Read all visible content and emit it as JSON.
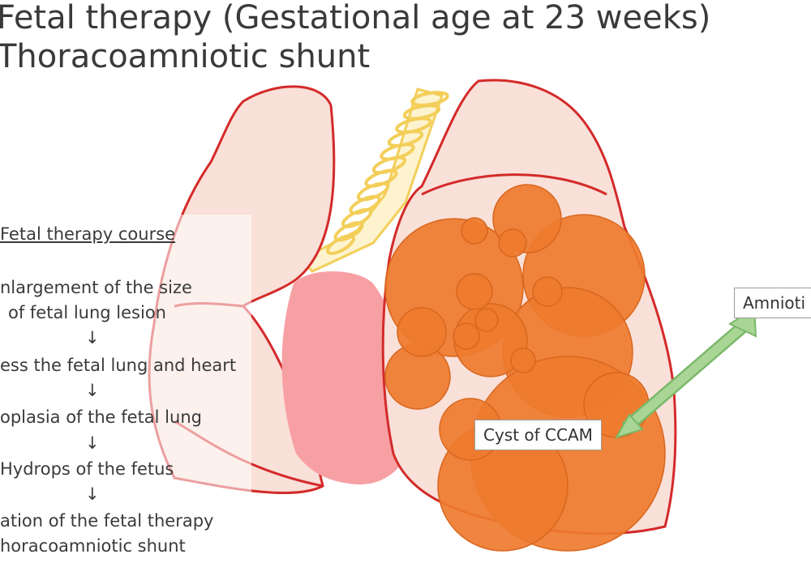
{
  "title": {
    "line1": "Fetal therapy (Gestational age at 23 weeks)",
    "line2": "Thoracoamniotic shunt"
  },
  "course": {
    "heading": "Fetal therapy course",
    "steps": [
      "nlargement of the size",
      "of fetal lung lesion",
      "↓",
      "ess the fetal lung and heart",
      "↓",
      "oplasia of the fetal lung",
      "↓",
      "Hydrops of the fetus",
      "↓",
      "ation of the fetal therapy",
      "horacoamniotic shunt"
    ]
  },
  "labels": {
    "cyst": "Cyst of CCAM",
    "amnio": "Amnioti"
  },
  "colors": {
    "lung_outline": "#d42a2a",
    "lung_fill": "#f9e0d8",
    "heart": "#f7a0a4",
    "cyst": "#ee7b2e",
    "trachea": "#f3cf5a",
    "shunt_arrow": "#9fd08a"
  }
}
